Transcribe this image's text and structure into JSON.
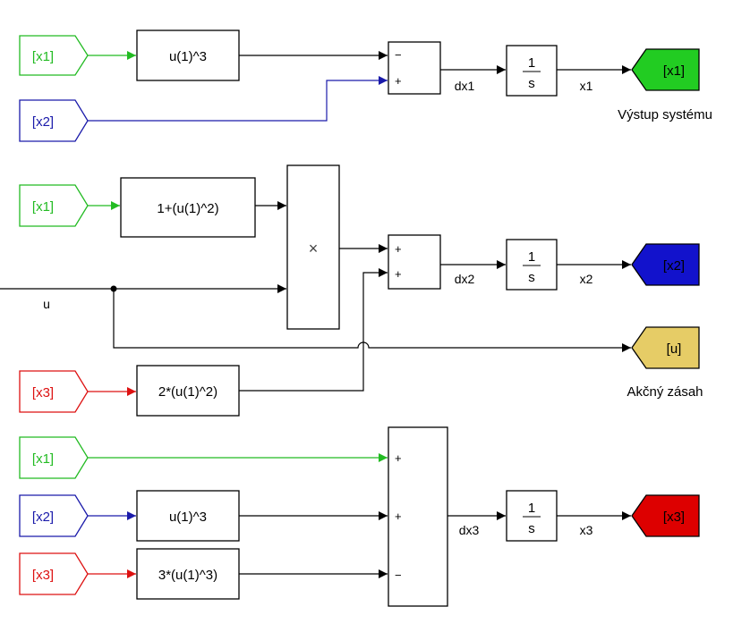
{
  "colors": {
    "green": "#22bb22",
    "blue": "#1a1aaa",
    "red": "#dd1111",
    "yellow": "#e6cc66",
    "green_fill": "#22cc22",
    "blue_fill": "#1212cc",
    "red_fill": "#dd0000",
    "line": "#000000"
  },
  "from_tags": {
    "a1": "[x1]",
    "a2": "[x2]",
    "b1": "[x1]",
    "b3": "[x3]",
    "c1": "[x1]",
    "c2": "[x2]",
    "c3": "[x3]"
  },
  "goto_tags": {
    "x1": "[x1]",
    "x2": "[x2]",
    "u": "[u]",
    "x3": "[x3]"
  },
  "fcn_blocks": {
    "a": "u(1)^3",
    "b1": "1+(u(1)^2)",
    "b2": "2*(u(1)^2)",
    "c2": "u(1)^3",
    "c3": "3*(u(1)^3)"
  },
  "product_symbol": "×",
  "sum_signs": {
    "a": [
      "−",
      "+"
    ],
    "b": [
      "+",
      "+"
    ],
    "c": [
      "+",
      "+",
      "−"
    ]
  },
  "integrator": {
    "num": "1",
    "den": "s"
  },
  "signals": {
    "dx1": "dx1",
    "x1": "x1",
    "dx2": "dx2",
    "x2": "x2",
    "dx3": "dx3",
    "x3": "x3",
    "u": "u"
  },
  "captions": {
    "output": "Výstup systému",
    "control": "Akčný zásah"
  }
}
